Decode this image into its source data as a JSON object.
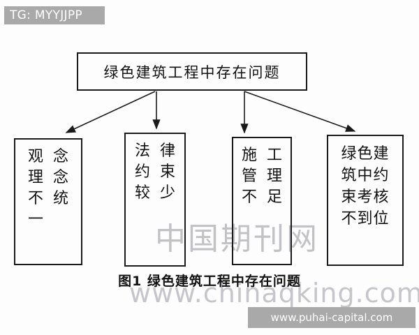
{
  "overlay": {
    "tg_badge": "TG: MYYJJPP",
    "site_badge": "www.puhai-capital.com"
  },
  "watermarks": {
    "chinese": "中国期刊网",
    "url": "www.chinaqking.com"
  },
  "diagram": {
    "root": {
      "label": "绿色建筑工程中存在问题"
    },
    "nodes": [
      {
        "id": "node1",
        "text": "观念理念不统一",
        "layout": "columns",
        "columns": [
          [
            "观",
            "理",
            "不",
            "一"
          ],
          [
            "念",
            "念",
            "统"
          ]
        ]
      },
      {
        "id": "node2",
        "text": "法律约束较少",
        "layout": "columns",
        "columns": [
          [
            "法",
            "约",
            "较"
          ],
          [
            "律",
            "束",
            "少"
          ]
        ]
      },
      {
        "id": "node3",
        "text": "施工管理不足",
        "layout": "columns",
        "columns": [
          [
            "施",
            "管",
            "不"
          ],
          [
            "工",
            "理",
            "足"
          ]
        ]
      },
      {
        "id": "node4",
        "text": "绿色建筑中约束考核不到位",
        "layout": "rows",
        "rows": [
          "绿色建",
          "筑中约",
          "束考核",
          "不到位"
        ]
      }
    ],
    "connector_count": 4
  },
  "caption": "图1 绿色建筑工程中存在问题",
  "colors": {
    "badge_bg": "#a9a9a9",
    "badge_text": "#ffffff",
    "line": "#1a1a1a",
    "watermark": "#c2c2c6",
    "page_bg": "#fdfdfd"
  }
}
